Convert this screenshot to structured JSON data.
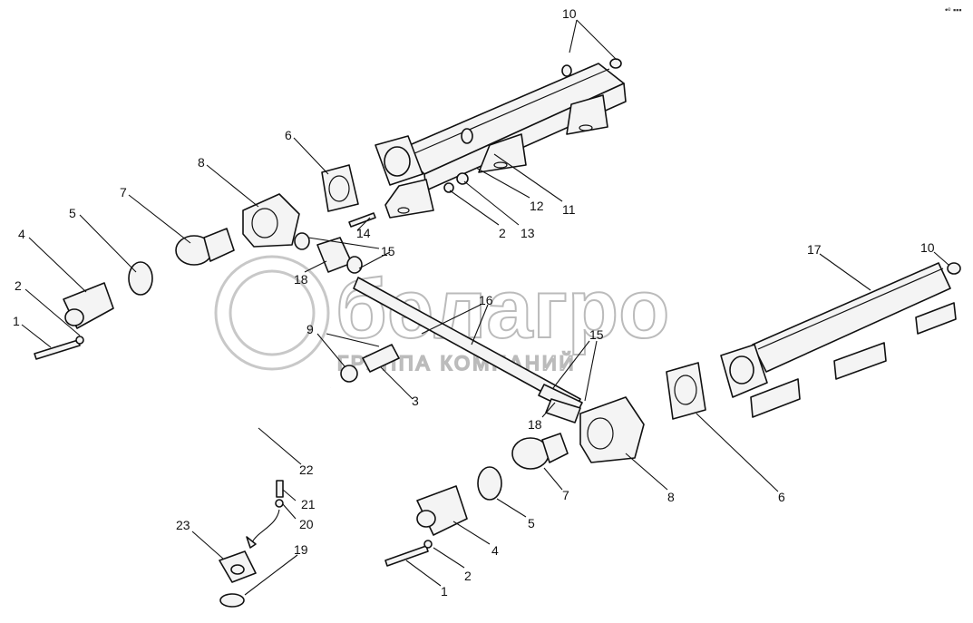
{
  "watermark": {
    "brand": "белагро",
    "subtitle": "ГРУППА КОМПАНИЙ"
  },
  "corner_mark": "•ᵉ ▪▪▪",
  "callouts": [
    {
      "id": "c1a",
      "text": "1"
    },
    {
      "id": "c2a",
      "text": "2"
    },
    {
      "id": "c4a",
      "text": "4"
    },
    {
      "id": "c5a",
      "text": "5"
    },
    {
      "id": "c7a",
      "text": "7"
    },
    {
      "id": "c8a",
      "text": "8"
    },
    {
      "id": "c6a",
      "text": "6"
    },
    {
      "id": "c10a",
      "text": "10"
    },
    {
      "id": "c14",
      "text": "14"
    },
    {
      "id": "c15a",
      "text": "15"
    },
    {
      "id": "c18a",
      "text": "18"
    },
    {
      "id": "c2b",
      "text": "2"
    },
    {
      "id": "c13",
      "text": "13"
    },
    {
      "id": "c12",
      "text": "12"
    },
    {
      "id": "c11",
      "text": "11"
    },
    {
      "id": "c9",
      "text": "9"
    },
    {
      "id": "c3",
      "text": "3"
    },
    {
      "id": "c16",
      "text": "16"
    },
    {
      "id": "c15b",
      "text": "15"
    },
    {
      "id": "c18b",
      "text": "18"
    },
    {
      "id": "c17",
      "text": "17"
    },
    {
      "id": "c10b",
      "text": "10"
    },
    {
      "id": "c22",
      "text": "22"
    },
    {
      "id": "c21",
      "text": "21"
    },
    {
      "id": "c20",
      "text": "20"
    },
    {
      "id": "c23",
      "text": "23"
    },
    {
      "id": "c19",
      "text": "19"
    },
    {
      "id": "c7b",
      "text": "7"
    },
    {
      "id": "c8b",
      "text": "8"
    },
    {
      "id": "c5b",
      "text": "5"
    },
    {
      "id": "c4b",
      "text": "4"
    },
    {
      "id": "c2c",
      "text": "2"
    },
    {
      "id": "c1b",
      "text": "1"
    },
    {
      "id": "c6b",
      "text": "6"
    }
  ]
}
